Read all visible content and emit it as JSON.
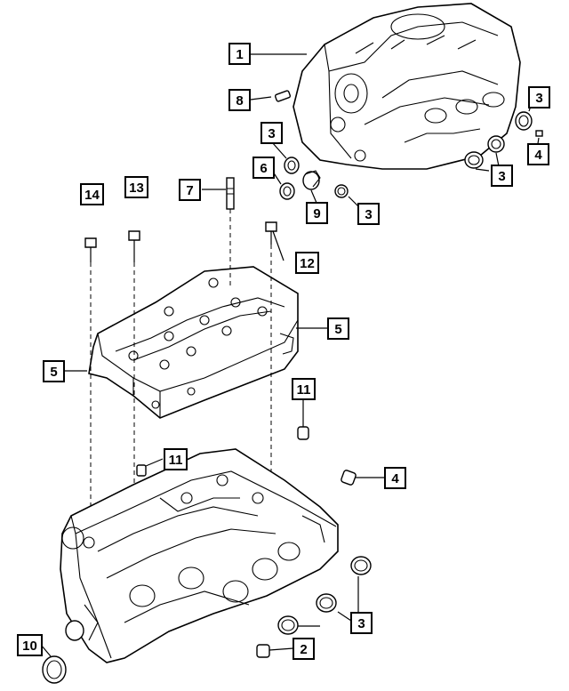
{
  "callouts": {
    "c1": "1",
    "c8": "8",
    "c3a": "3",
    "c3b": "3",
    "c3c": "3",
    "c3d": "3",
    "c3e": "3",
    "c6": "6",
    "c9": "9",
    "c4a": "4",
    "c4b": "4",
    "c7": "7",
    "c13": "13",
    "c14": "14",
    "c12": "12",
    "c5a": "5",
    "c5b": "5",
    "c11a": "11",
    "c11b": "11",
    "c2": "2",
    "c10": "10"
  }
}
